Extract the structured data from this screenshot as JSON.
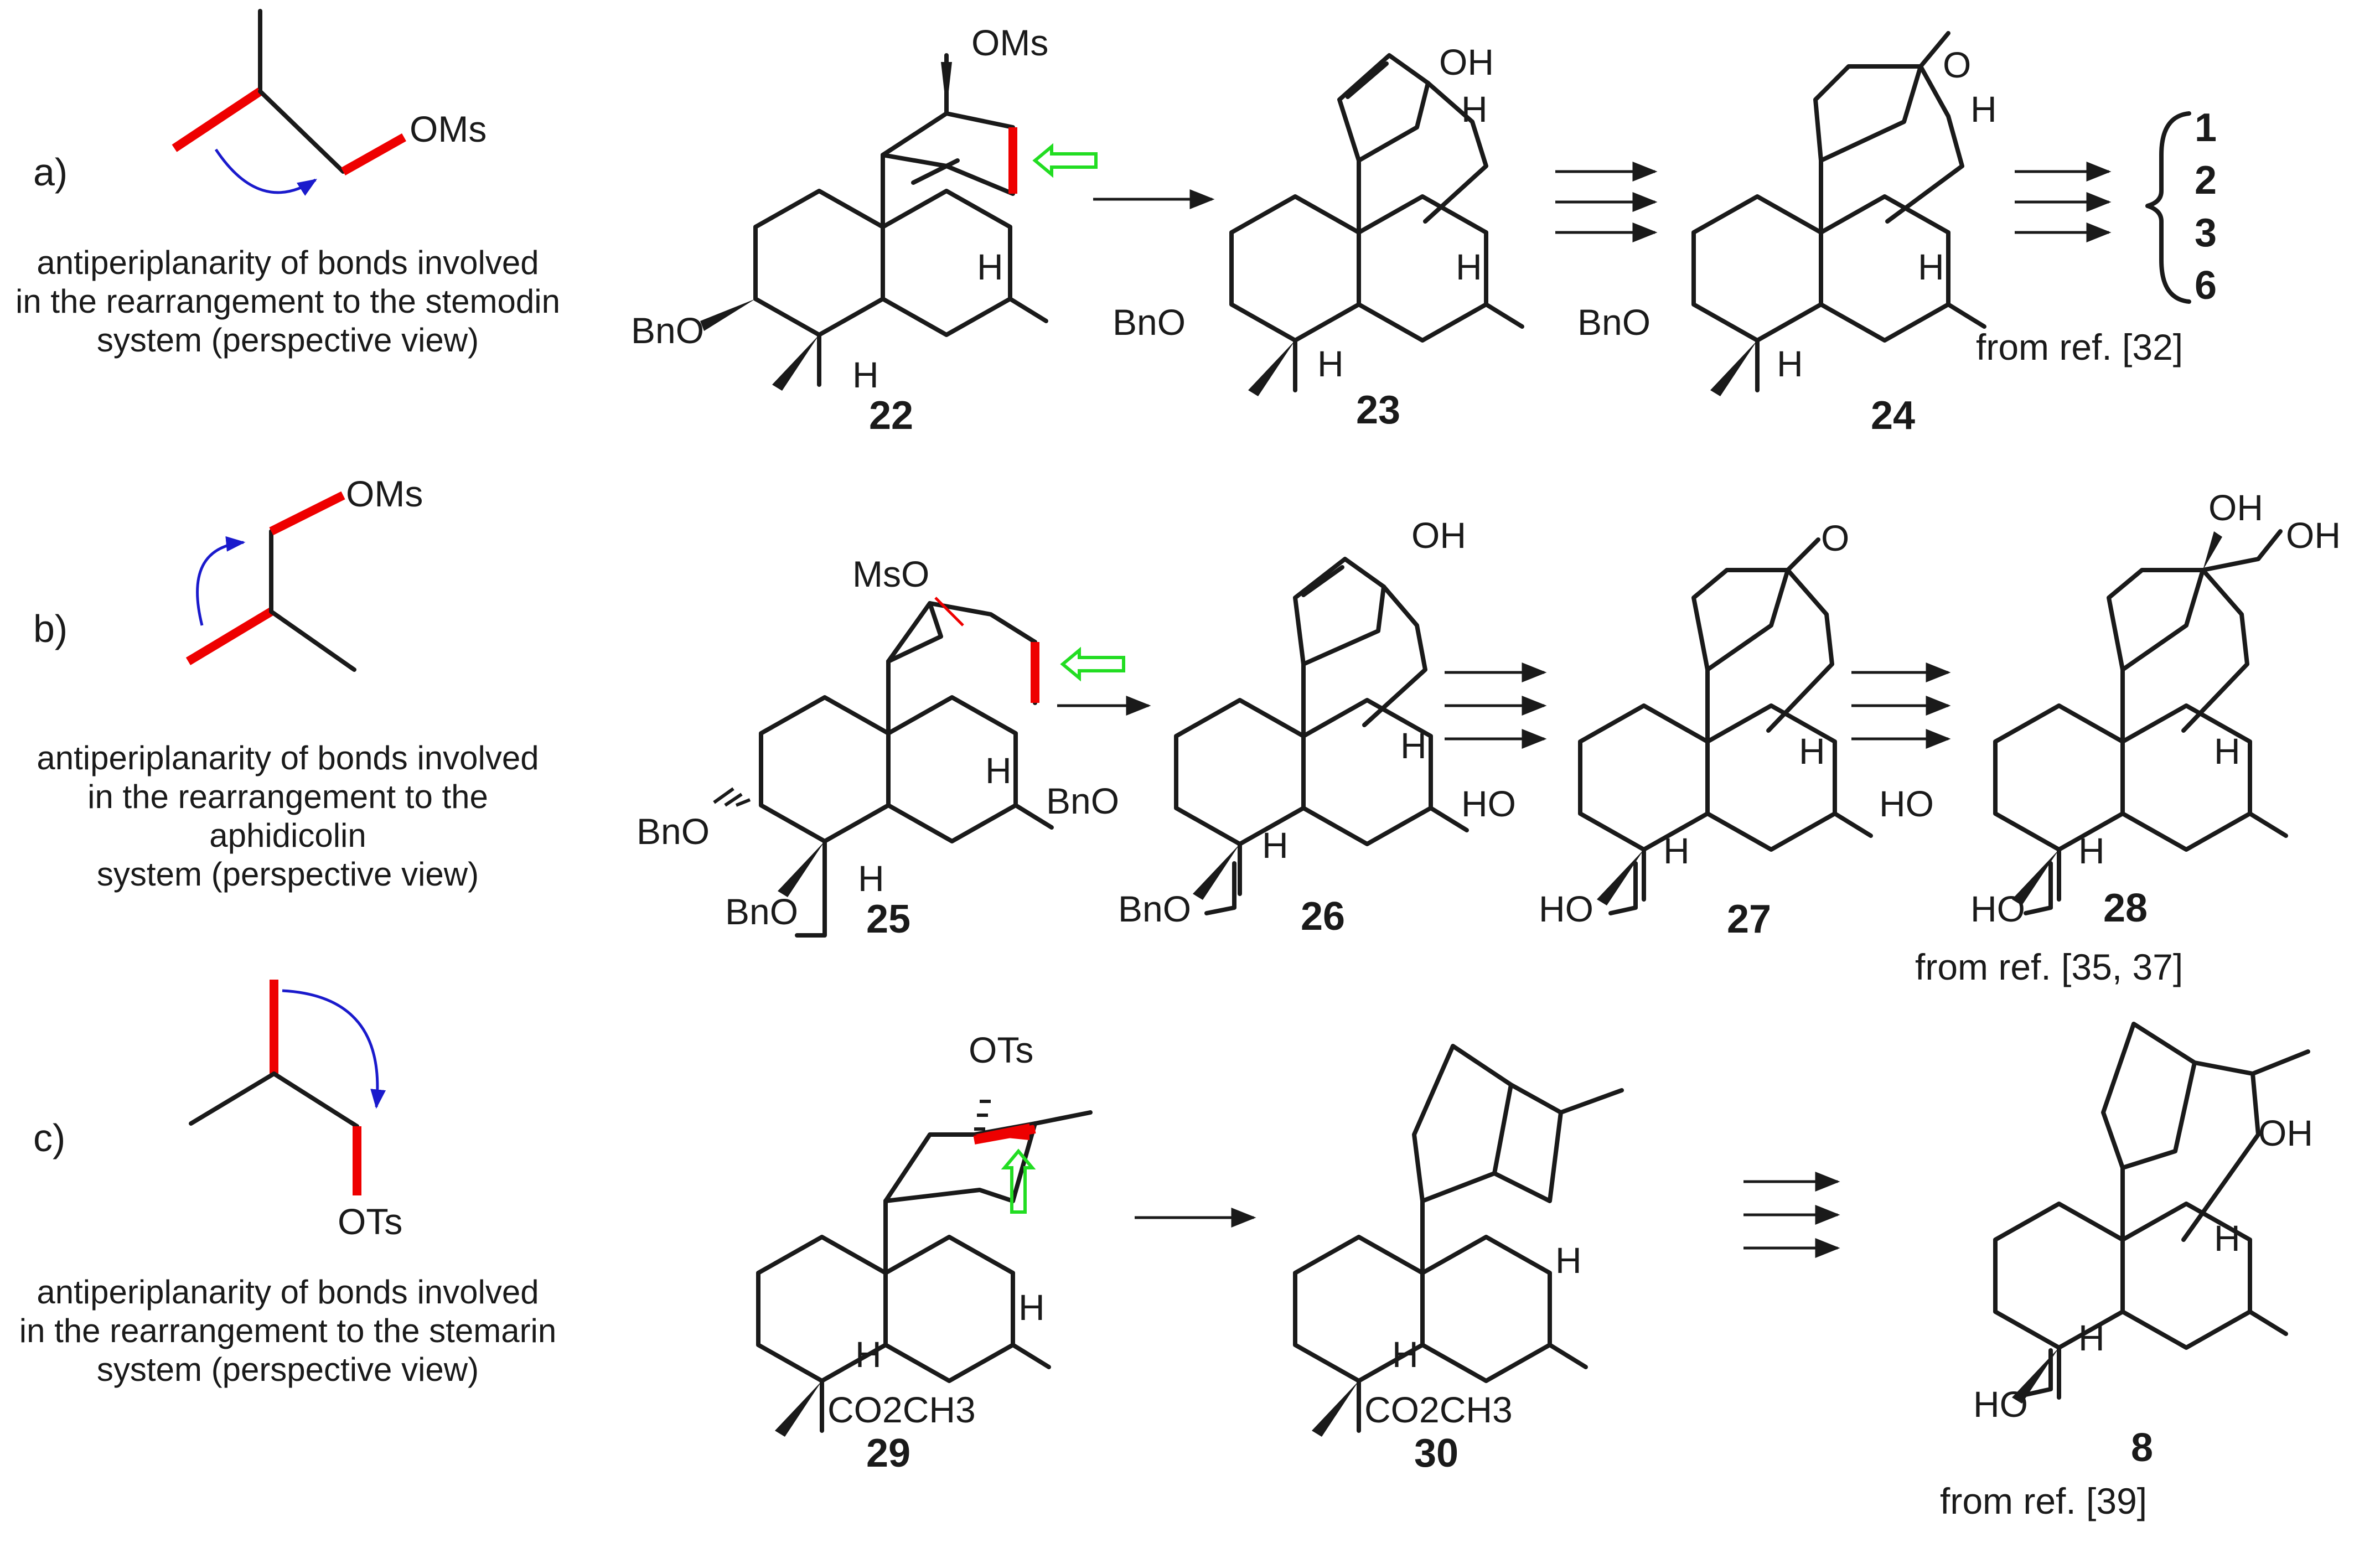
{
  "rows": [
    {
      "label": "a)",
      "note_lines": [
        "antiperiplanarity  of bonds involved",
        "in the rearrangement to the stemodin",
        "system (perspective view)"
      ],
      "model_leaving_group": "OMs",
      "substrate": {
        "number": "22",
        "leaving_group": "OMs",
        "protected_oxygen": "BnO",
        "ring_h": "H",
        "c9_h": "H"
      },
      "product": {
        "number": "23",
        "hydroxyl": "OH",
        "bridge_h": "H",
        "protected_oxygen": "BnO",
        "ring_h": "H",
        "c9_h": "H"
      },
      "intermediate": {
        "number": "24",
        "carbonyl": "O",
        "bridge_h": "H",
        "protected_oxygen": "BnO",
        "ring_h": "H",
        "c9_h": "H"
      },
      "targets": [
        "1",
        "2",
        "3",
        "6"
      ],
      "reference": "from ref. [32]"
    },
    {
      "label": "b)",
      "note_lines": [
        "antiperiplanarity  of bonds involved",
        "in the rearrangement to the",
        "aphidicolin",
        "system (perspective view)"
      ],
      "model_leaving_group": "OMs",
      "substrate": {
        "number": "25",
        "leaving_group": "MsO",
        "protected_oxygen": "BnO",
        "side_chain": "BnO",
        "ring_h": "H",
        "c9_h": "H"
      },
      "product": {
        "number": "26",
        "hydroxyl": "OH",
        "protected_oxygen": "BnO",
        "side_chain": "BnO",
        "ring_h": "H",
        "c9_h": "H"
      },
      "intermediate": {
        "number": "27",
        "carbonyl": "O",
        "hydroxyl": "HO",
        "side_chain": "HO",
        "ring_h": "H",
        "c9_h": "H"
      },
      "final": {
        "number": "28",
        "hydroxyl_1": "OH",
        "hydroxyl_2": "OH",
        "hydroxyl_3": "HO",
        "side_chain": "HO",
        "ring_h": "H",
        "c9_h": "H"
      },
      "reference": "from ref. [35, 37]"
    },
    {
      "label": "c)",
      "note_lines": [
        "antiperiplanarity  of bonds involved",
        "in the rearrangement to the stemarin",
        "system (perspective view)"
      ],
      "model_leaving_group": "OTs",
      "substrate": {
        "number": "29",
        "leaving_group": "OTs",
        "ester": "CO2CH3",
        "ring_h": "H",
        "c9_h": "H"
      },
      "product": {
        "number": "30",
        "ester": "CO2CH3",
        "ring_h": "H",
        "c9_h": "H"
      },
      "final": {
        "number": "8",
        "hydroxyl": "OH",
        "side_chain": "HO",
        "ring_h": "H",
        "c9_h": "H"
      },
      "reference": "from ref. [39]"
    }
  ],
  "colors": {
    "ink": "#1a1a1a",
    "highlight_bond": "#ee0000",
    "curved_arrow": "#1a1acc",
    "migration_arrow": "#22dd22"
  }
}
